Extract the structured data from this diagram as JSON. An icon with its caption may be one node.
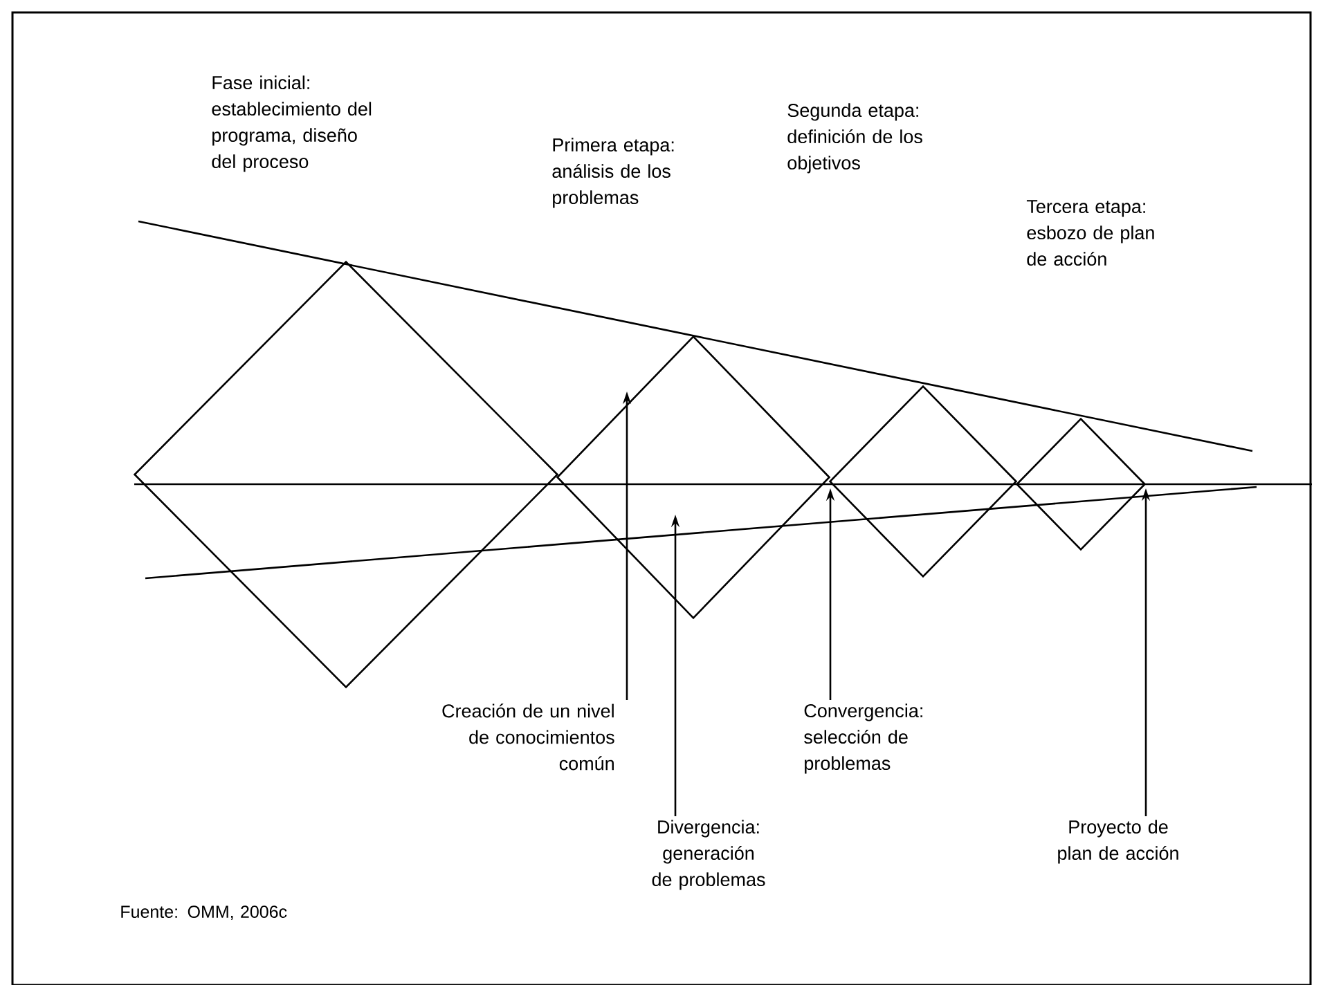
{
  "diagram": {
    "nodes": [
      {
        "text": [],
        "shape": "diamond"
      },
      {
        "text": [],
        "shape": "diamond"
      },
      {
        "text": [],
        "shape": "diamond"
      },
      {
        "text": [],
        "shape": "diamond"
      },
      {
        "text": [
          "Creación de un nivel de conocimientos común"
        ]
      },
      {
        "text": [
          "Convergencia: selección de problemas"
        ]
      },
      {
        "text": [
          "Divergencia: generación de problemas"
        ]
      },
      {
        "text": [
          "Proyecto de plan de acción"
        ]
      }
    ],
    "edges": [
      {
        "from": 4,
        "to": 1,
        "arrow": "to"
      },
      {
        "from": 6,
        "to": 1,
        "arrow": "to"
      },
      {
        "from": 5,
        "to": 1,
        "arrow": "to"
      },
      {
        "from": 7,
        "to": 3,
        "arrow": "to"
      }
    ],
    "labels": [
      "Fase inicial: establecimiento del programa, diseño del proceso",
      "Primera etapa: análisis de los problemas",
      "Segunda etapa: definición de los objetivos",
      "Tercera etapa: esbozo de plan de acción",
      "Fuente: OMM, 2006c"
    ]
  }
}
